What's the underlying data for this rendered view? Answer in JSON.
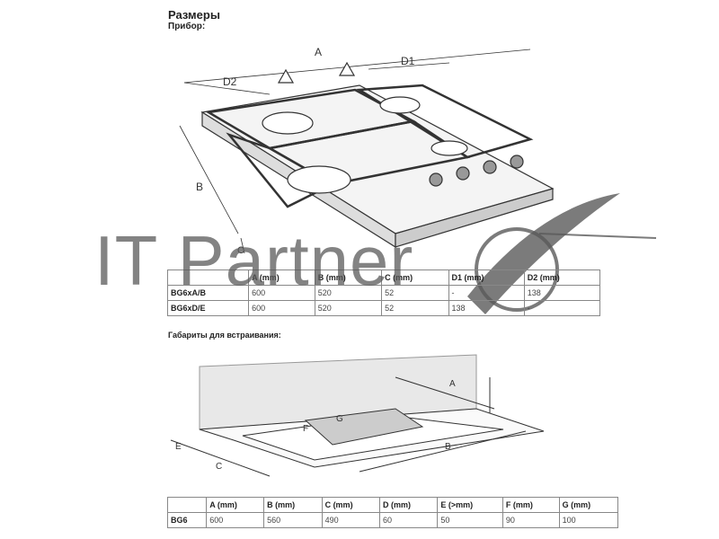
{
  "heading": "Размеры",
  "subheading": "Прибор:",
  "diagram1_labels": {
    "a": "A",
    "b": "B",
    "c": "C",
    "d1": "D1",
    "d2": "D2"
  },
  "table1": {
    "headers": [
      "",
      "A (mm)",
      "B (mm)",
      "C (mm)",
      "D1 (mm)",
      "D2 (mm)"
    ],
    "rows": [
      [
        "BG6xA/B",
        "600",
        "520",
        "52",
        "-",
        "138"
      ],
      [
        "BG6xD/E",
        "600",
        "520",
        "52",
        "138",
        "-"
      ]
    ]
  },
  "section2_title": "Габариты для встраивания:",
  "diagram2_labels": {
    "a": "A",
    "b": "B",
    "c": "C",
    "e": "E",
    "f": "F",
    "g": "G"
  },
  "table2": {
    "headers": [
      "",
      "A (mm)",
      "B (mm)",
      "C (mm)",
      "D (mm)",
      "E (>mm)",
      "F (mm)",
      "G (mm)"
    ],
    "rows": [
      [
        "BG6",
        "600",
        "560",
        "490",
        "60",
        "50",
        "90",
        "100"
      ]
    ]
  },
  "watermark": "IT Partner",
  "colors": {
    "watermark": "#5a5a5a",
    "line": "#333333"
  }
}
